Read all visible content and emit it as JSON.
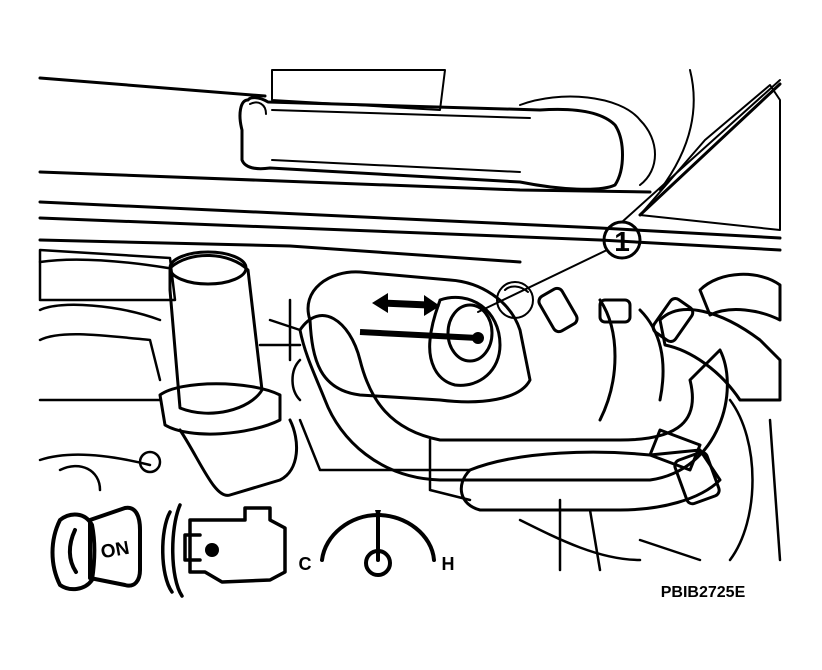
{
  "figure": {
    "callout_number": "1",
    "key_label": "ON",
    "gauge_cold_label": "C",
    "gauge_hot_label": "H",
    "figure_code": "PBIB2725E"
  },
  "colors": {
    "ink": "#000000",
    "paper": "#ffffff"
  },
  "icons": [
    "ignition-key-icon",
    "engine-running-icon",
    "temperature-gauge-icon",
    "double-arrow-icon"
  ]
}
